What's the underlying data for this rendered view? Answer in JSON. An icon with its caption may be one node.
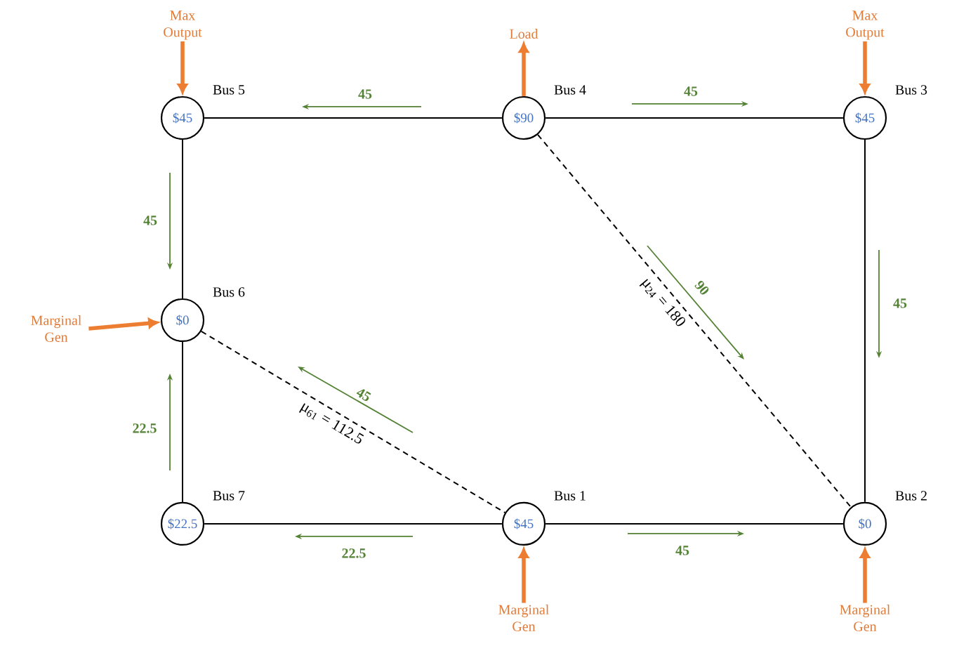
{
  "diagram": {
    "nodes": [
      {
        "text": [
          "$45"
        ],
        "beside": [
          "Bus 5"
        ]
      },
      {
        "text": [
          "$90"
        ],
        "beside": [
          "Bus 4"
        ]
      },
      {
        "text": [
          "$45"
        ],
        "beside": [
          "Bus 3"
        ]
      },
      {
        "text": [
          "$0"
        ],
        "beside": [
          "Bus 6"
        ]
      },
      {
        "text": [
          "$22.5"
        ],
        "beside": [
          "Bus 7"
        ]
      },
      {
        "text": [
          "$45"
        ],
        "beside": [
          "Bus 1"
        ]
      },
      {
        "text": [
          "$0"
        ],
        "beside": [
          "Bus 2"
        ]
      },
      {
        "text": [
          "Max Output"
        ]
      },
      {
        "text": [
          "Load"
        ]
      },
      {
        "text": [
          "Max Output"
        ]
      },
      {
        "text": [
          "Marginal Gen"
        ]
      },
      {
        "text": [
          "Marginal Gen"
        ]
      },
      {
        "text": [
          "Marginal Gen"
        ]
      }
    ],
    "edges": [
      {
        "from": 0,
        "to": 1,
        "arrow": "none"
      },
      {
        "from": 1,
        "to": 2,
        "arrow": "none"
      },
      {
        "from": 0,
        "to": 3,
        "arrow": "none"
      },
      {
        "from": 2,
        "to": 6,
        "arrow": "none"
      },
      {
        "from": 1,
        "to": 6,
        "arrow": "none",
        "style": "dashed",
        "label": "μ$_{24}$ = 180"
      },
      {
        "from": 3,
        "to": 5,
        "arrow": "none",
        "style": "dashed",
        "label": "μ$_{61}$ = 112.5"
      },
      {
        "from": 3,
        "to": 4,
        "arrow": "none"
      },
      {
        "from": 4,
        "to": 5,
        "arrow": "none"
      },
      {
        "from": 5,
        "to": 6,
        "arrow": "none"
      },
      {
        "from": 7,
        "to": 0,
        "arrow": "to",
        "style": "thick",
        "color": "#ed7d31"
      },
      {
        "from": 1,
        "to": 8,
        "arrow": "to",
        "style": "thick",
        "color": "#ed7d31"
      },
      {
        "from": 9,
        "to": 2,
        "arrow": "to",
        "style": "thick",
        "color": "#ed7d31"
      },
      {
        "from": 10,
        "to": 3,
        "arrow": "to",
        "style": "thick",
        "color": "#ed7d31"
      },
      {
        "from": 11,
        "to": 5,
        "arrow": "to",
        "style": "thick",
        "color": "#ed7d31"
      },
      {
        "from": 12,
        "to": 6,
        "arrow": "to",
        "style": "thick",
        "color": "#ed7d31"
      }
    ],
    "labels": [
      "45",
      "45",
      "45",
      "90",
      "45",
      "45",
      "22.5",
      "22.5",
      "45"
    ]
  }
}
